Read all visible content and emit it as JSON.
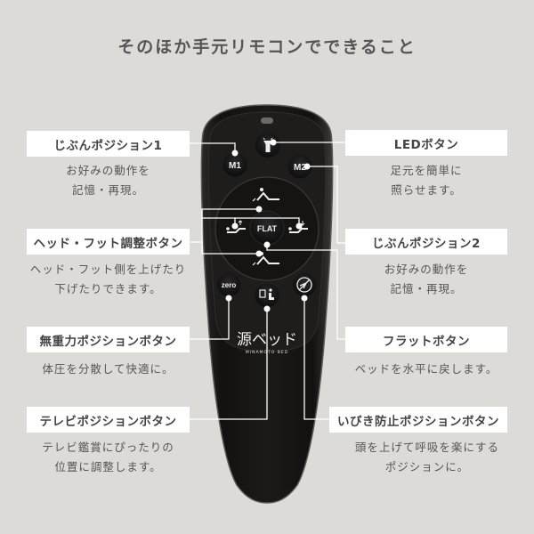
{
  "title": "そのほか手元リモコンでできること",
  "features_left": [
    {
      "label": "じぶんポジション1",
      "desc": [
        "お好みの動作を",
        "記憶・再現。"
      ]
    },
    {
      "label": "ヘッド・フット調整ボタン",
      "desc": [
        "ヘッド・フット側を上げたり",
        "下げたりできます。"
      ]
    },
    {
      "label": "無重力ポジションボタン",
      "desc": [
        "体圧を分散して快適に。"
      ]
    },
    {
      "label": "テレビポジションボタン",
      "desc": [
        "テレビ鑑賞にぴったりの",
        "位置に調整します。"
      ]
    }
  ],
  "features_right": [
    {
      "label": "LEDボタン",
      "desc": [
        "足元を簡単に",
        "照らせます。"
      ]
    },
    {
      "label": "じぶんポジション2",
      "desc": [
        "お好みの動作を",
        "記憶・再現。"
      ]
    },
    {
      "label": "フラットボタン",
      "desc": [
        "ベッドを水平に戻します。"
      ]
    },
    {
      "label": "いびき防止ポジションボタン",
      "desc": [
        "頭を上げて呼吸を楽にする",
        "ポジションに。"
      ]
    }
  ],
  "remote": {
    "buttons": {
      "m1": "M1",
      "m2": "M2",
      "flat": "FLAT",
      "zero": "zero"
    },
    "brand": "源ベッド",
    "brand_sub": "MINAMOTO BED"
  },
  "colors": {
    "background": "#dcdbd7",
    "remote_body": "#1a1a1a",
    "label_bg": "#ffffff",
    "text": "#555555"
  }
}
